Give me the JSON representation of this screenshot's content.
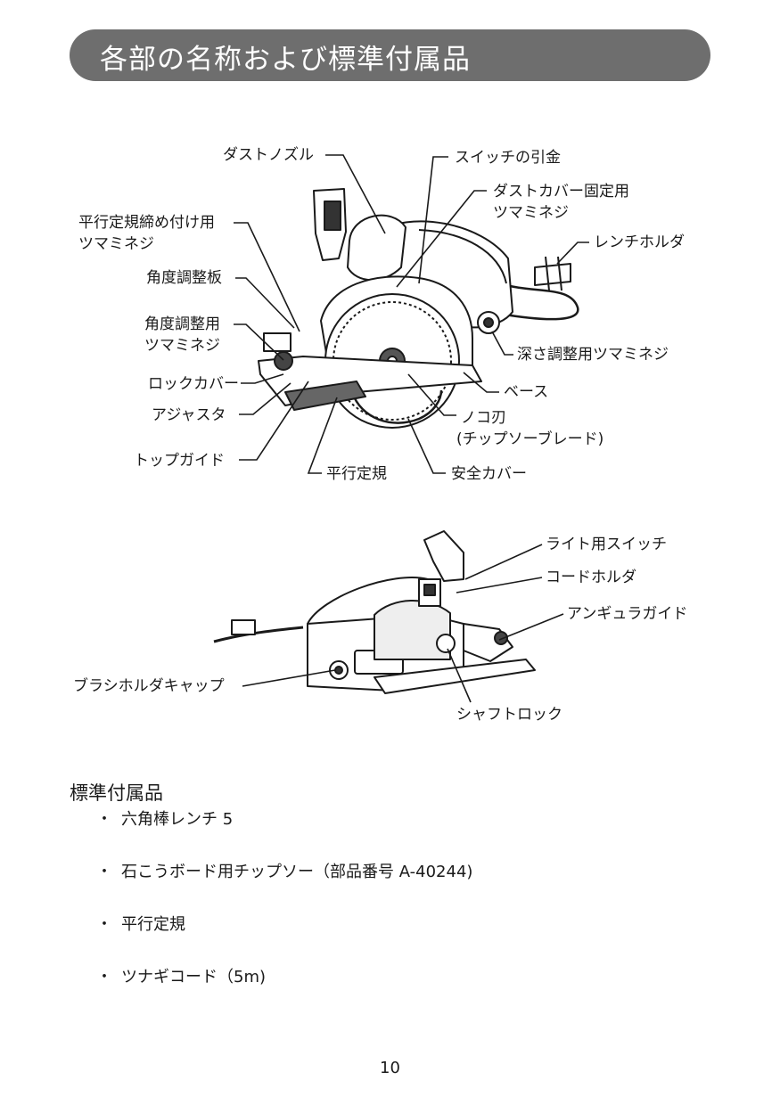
{
  "header": {
    "title": "各部の名称および標準付属品"
  },
  "labels": {
    "dust_nozzle": "ダストノズル",
    "switch_trigger": "スイッチの引金",
    "dust_cover_knob_1": "ダストカバー固定用",
    "dust_cover_knob_2": "ツマミネジ",
    "parallel_guide_knob_1": "平行定規締め付け用",
    "parallel_guide_knob_2": "ツマミネジ",
    "wrench_holder": "レンチホルダ",
    "angle_plate": "角度調整板",
    "angle_knob_1": "角度調整用",
    "angle_knob_2": "ツマミネジ",
    "depth_knob": "深さ調整用ツマミネジ",
    "lock_cover": "ロックカバー",
    "base": "ベース",
    "adjuster": "アジャスタ",
    "blade_1": "ノコ刃",
    "blade_2": "(チップソーブレード)",
    "top_guide": "トップガイド",
    "parallel_guide": "平行定規",
    "safety_cover": "安全カバー",
    "light_switch": "ライト用スイッチ",
    "cord_holder": "コードホルダ",
    "angular_guide": "アンギュラガイド",
    "brush_holder_cap": "ブラシホルダキャップ",
    "shaft_lock": "シャフトロック"
  },
  "accessories": {
    "title": "標準付属品",
    "bullet": "・",
    "items": [
      "六角棒レンチ 5",
      "石こうボード用チップソー（部品番号 A-40244)",
      "平行定規",
      "ツナギコード（5m)"
    ]
  },
  "footer": {
    "page_number": "10"
  }
}
